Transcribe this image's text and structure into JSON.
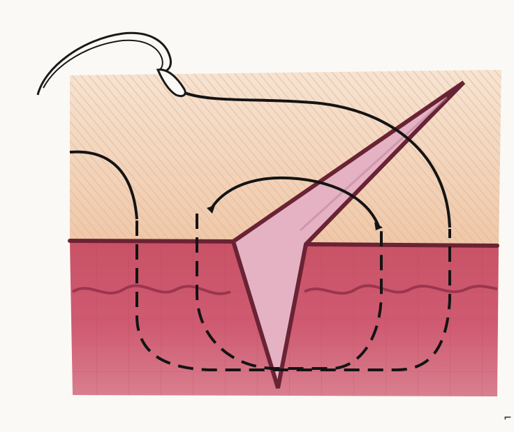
{
  "figure": {
    "subject": "suture-through-incised-skin",
    "layers": [
      "upper-tissue-layer",
      "skin-dermis-layer"
    ],
    "colors": {
      "background": "#fbf9f6",
      "upper_layer": "#efd0b4",
      "upper_layer_hatch": "#e3b48f",
      "dermis": "#c9526a",
      "dermis_dark": "#a93b55",
      "skin_surface_line": "#6a2334",
      "incision_fill": "#e4b2c3",
      "incision_edge": "#6a2334",
      "suture": "#141414",
      "needle": "#1a1a1a"
    },
    "icons": [
      "curved-needle-icon"
    ]
  }
}
